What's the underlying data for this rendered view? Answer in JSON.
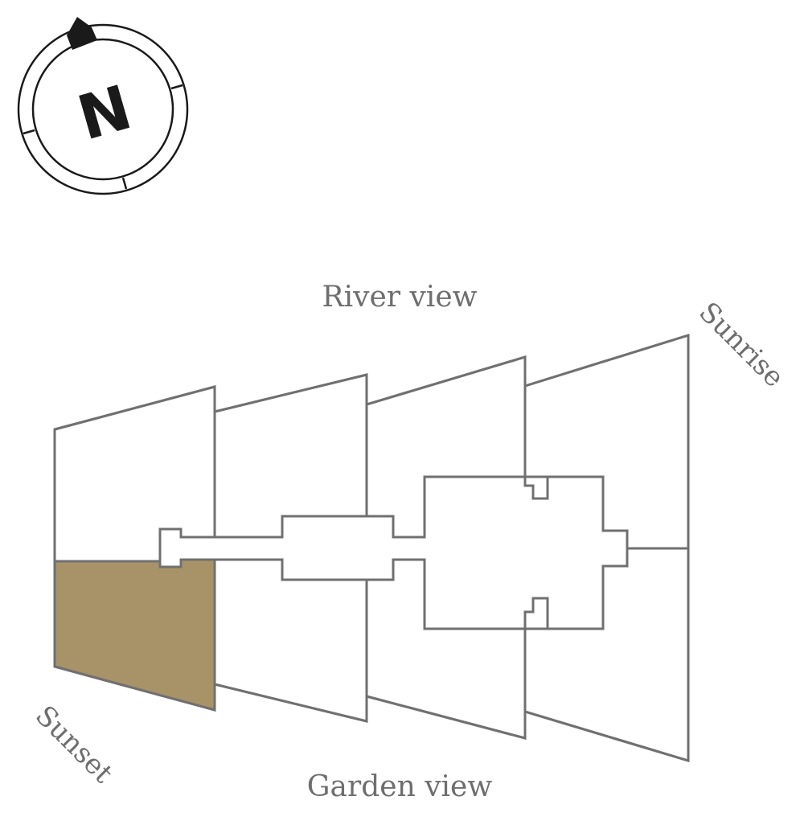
{
  "compass": {
    "letter": "N"
  },
  "labels": {
    "top": "River view",
    "bottom": "Garden view",
    "left": "Sunset",
    "right": "Sunrise"
  },
  "colors": {
    "selected_unit": "#a89368",
    "outline": "#707070",
    "text": "#6e6e6e",
    "compass": "#1a1a1a"
  },
  "units": [
    {
      "id": "west-north",
      "selected": false
    },
    {
      "id": "west-south",
      "selected": true
    },
    {
      "id": "second-north",
      "selected": false
    },
    {
      "id": "second-south",
      "selected": false
    },
    {
      "id": "third-north",
      "selected": false
    },
    {
      "id": "third-south",
      "selected": false
    },
    {
      "id": "east-north",
      "selected": false
    },
    {
      "id": "east-south",
      "selected": false
    }
  ]
}
